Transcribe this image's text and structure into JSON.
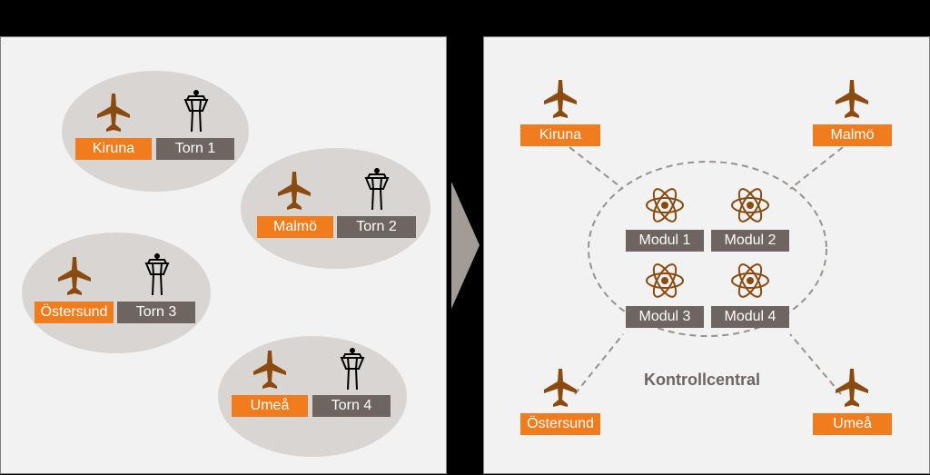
{
  "colors": {
    "airport": "#f07c1d",
    "tower": "#6e6560",
    "plane_icon": "#8a4a10",
    "ellipse": "#d9d5d2",
    "panel": "#f2f2f2",
    "dashed": "#9a918a"
  },
  "left": {
    "groups": [
      {
        "airport": "Kiruna",
        "tower": "Torn 1"
      },
      {
        "airport": "Malmö",
        "tower": "Torn 2"
      },
      {
        "airport": "Östersund",
        "tower": "Torn 3"
      },
      {
        "airport": "Umeå",
        "tower": "Torn 4"
      }
    ]
  },
  "right": {
    "airports": [
      "Kiruna",
      "Malmö",
      "Östersund",
      "Umeå"
    ],
    "modules": [
      "Modul 1",
      "Modul 2",
      "Modul 3",
      "Modul 4"
    ],
    "center_label": "Kontrollcentral"
  }
}
